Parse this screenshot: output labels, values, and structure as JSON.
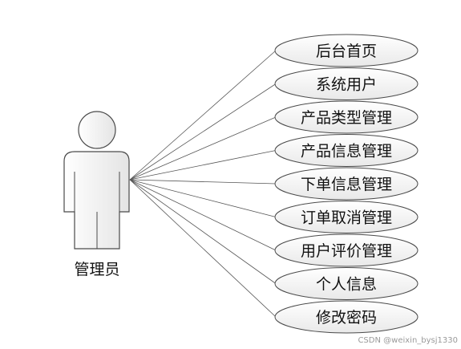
{
  "actor": {
    "label": "管理员"
  },
  "use_cases": [
    {
      "label": "后台首页"
    },
    {
      "label": "系统用户"
    },
    {
      "label": "产品类型管理"
    },
    {
      "label": "产品信息管理"
    },
    {
      "label": "下单信息管理"
    },
    {
      "label": "订单取消管理"
    },
    {
      "label": "用户评价管理"
    },
    {
      "label": "个人信息"
    },
    {
      "label": "修改密码"
    }
  ],
  "watermark": "CSDN @weixin_bysj1330"
}
